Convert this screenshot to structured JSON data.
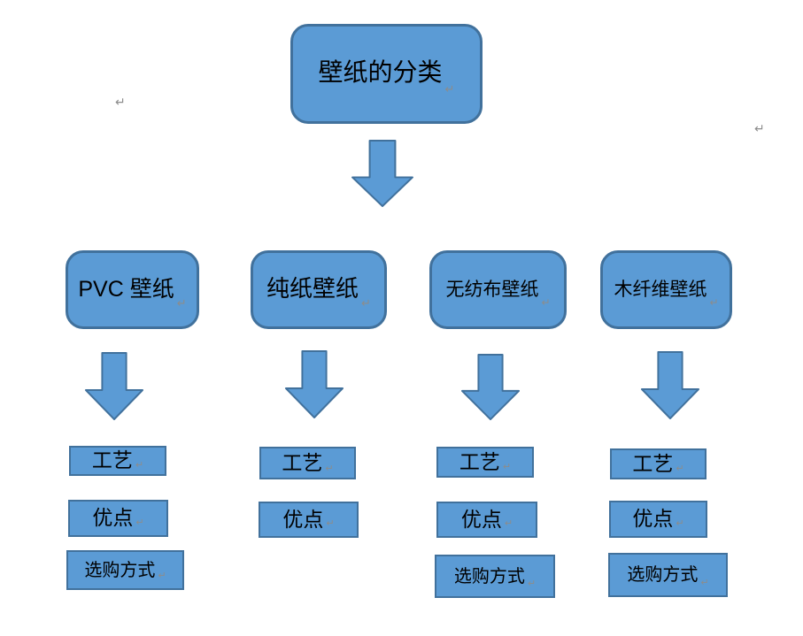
{
  "diagram": {
    "root_label": "壁纸的分类",
    "categories": [
      {
        "label": "PVC 壁纸"
      },
      {
        "label": "纯纸壁纸"
      },
      {
        "label": "无纺布壁纸"
      },
      {
        "label": "木纤维壁纸"
      }
    ],
    "columns": [
      {
        "items": [
          "工艺",
          "优点",
          "选购方式"
        ]
      },
      {
        "items": [
          "工艺",
          "优点"
        ]
      },
      {
        "items": [
          "工艺",
          "优点",
          "选购方式"
        ]
      },
      {
        "items": [
          "工艺",
          "优点",
          "选购方式"
        ]
      }
    ]
  },
  "marks": {
    "line_break": "↵"
  },
  "colors": {
    "shape_fill": "#5b9bd5",
    "shape_border": "#41719c",
    "text": "#000000",
    "mark_gray": "#8c8c8c",
    "background": "#ffffff"
  }
}
